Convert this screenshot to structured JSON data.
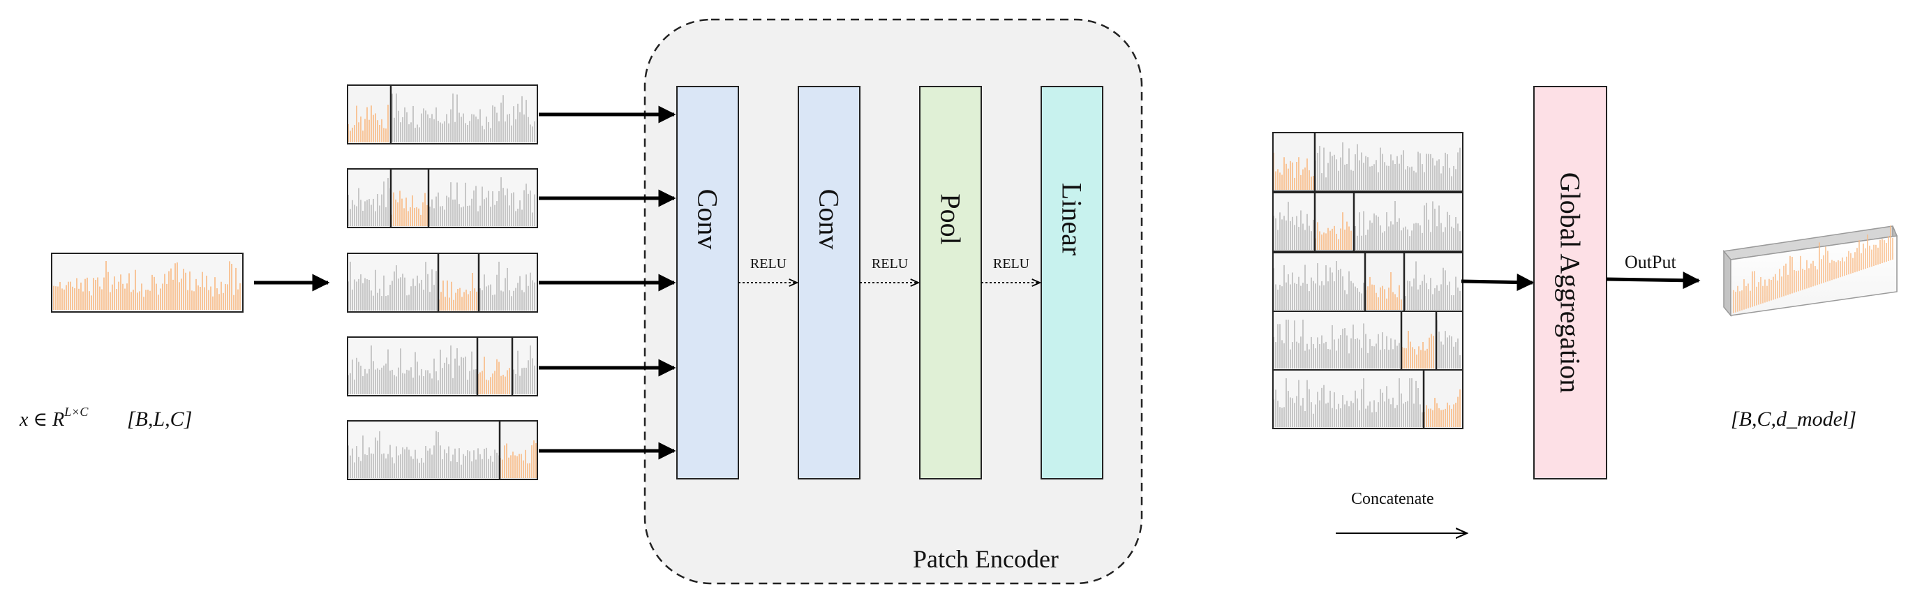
{
  "input": {
    "formula_var": "x ∈ R",
    "formula_sup": "L×C",
    "shape": "[B,L,C]"
  },
  "patch_encoder": {
    "label": "Patch Encoder",
    "blocks": [
      {
        "label": "Conv",
        "fill": "#dae6f6",
        "stroke": "#4a6890"
      },
      {
        "label": "Conv",
        "fill": "#dae6f6",
        "stroke": "#4a6890"
      },
      {
        "label": "Pool",
        "fill": "#e0f0d6",
        "stroke": "#5a8a4a"
      },
      {
        "label": "Linear",
        "fill": "#c8f2ee",
        "stroke": "#3a8a84"
      }
    ],
    "activations": [
      "RELU",
      "RELU",
      "RELU"
    ]
  },
  "legend": {
    "concatenate": "Concatenate"
  },
  "aggregation": {
    "label": "Global Aggregation",
    "fill": "#fde0e6",
    "stroke": "#b05060"
  },
  "output": {
    "arrow_label": "OutPut",
    "shape": "[B,C,d_model]"
  },
  "patches": {
    "count": 5,
    "highlight_color": "#f9b982",
    "signal_color": "#a8a8a8"
  }
}
